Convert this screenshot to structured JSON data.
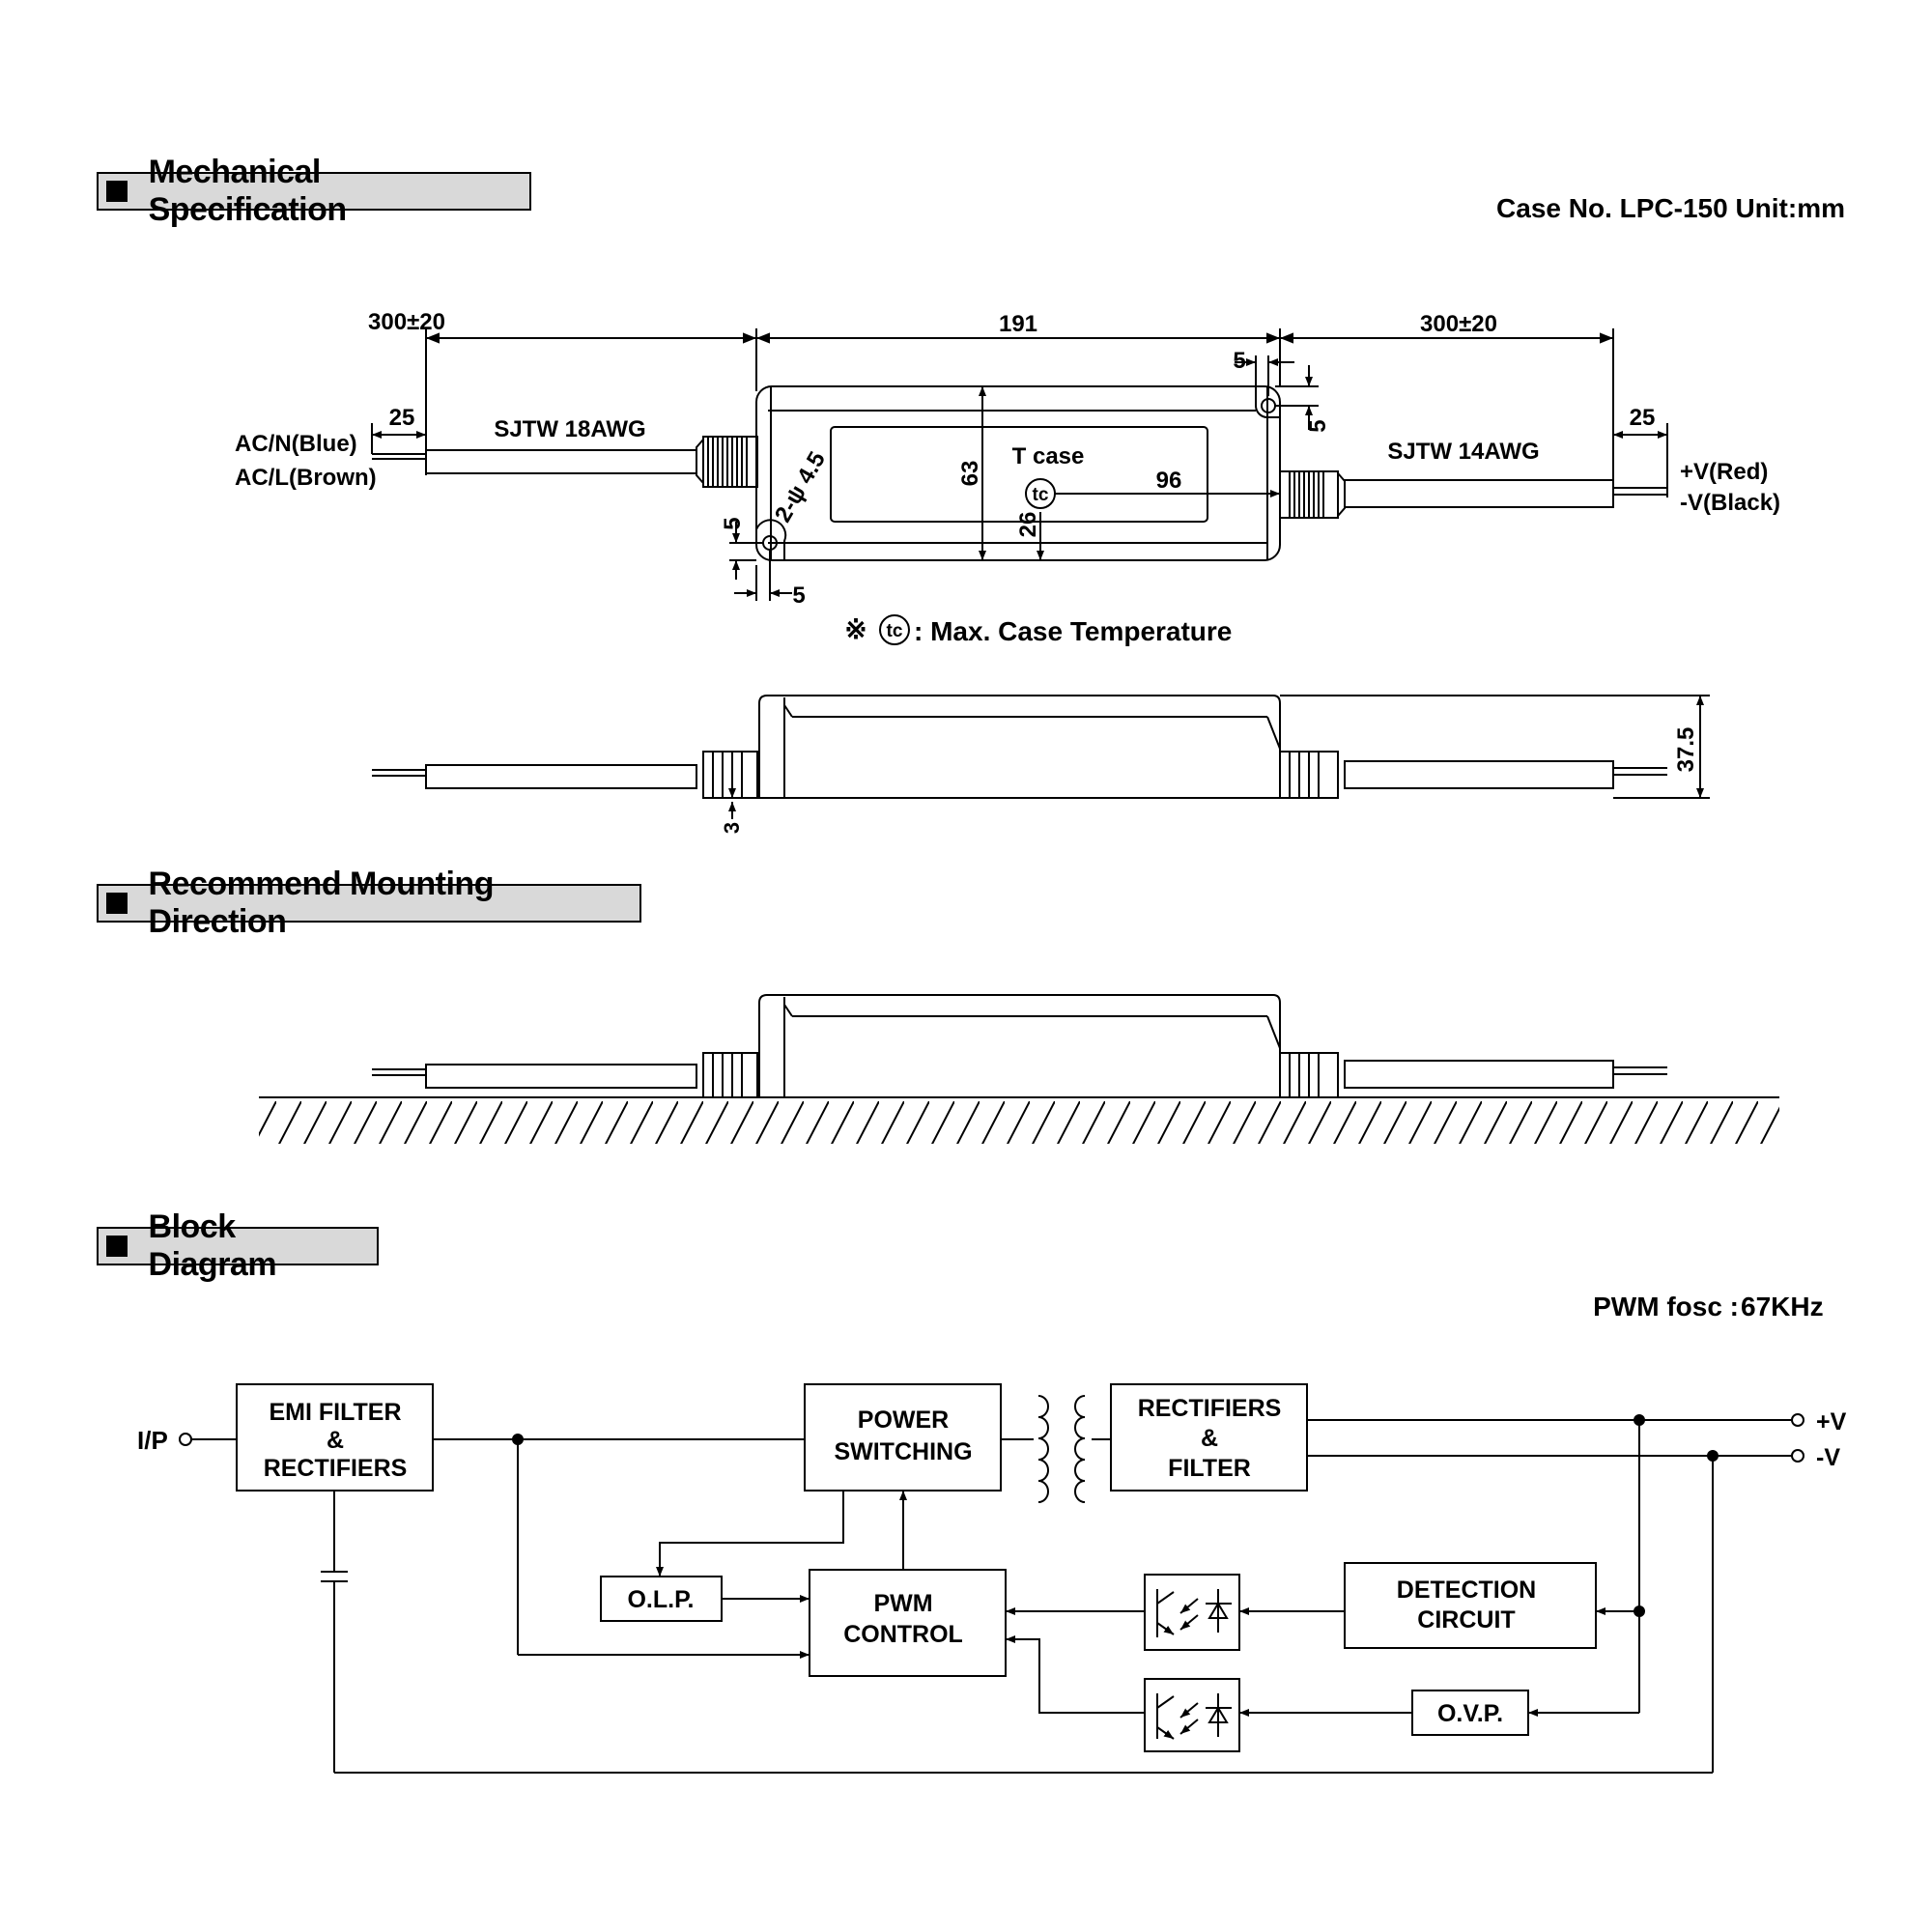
{
  "sections": {
    "mechanical": "Mechanical Specification",
    "mounting": "Recommend Mounting Direction",
    "block": "Block Diagram"
  },
  "case_info": "Case No. LPC-150    Unit:mm",
  "mechanical": {
    "dim_left_cable": "300±20",
    "dim_body": "191",
    "dim_right_cable": "300±20",
    "dim_strip_left": "25",
    "dim_strip_right": "25",
    "dim_hole_top_x": "5",
    "dim_hole_top_y": "5",
    "dim_hole_bottom_y": "5",
    "dim_hole_bottom_x": "5",
    "dim_height": "63",
    "dim_tc_x": "96",
    "dim_tc_y": "26",
    "hole_spec": "2-ψ 4.5",
    "tcase_label": "T case",
    "tc_symbol": "tc",
    "cable_left": "SJTW 18AWG",
    "cable_right": "SJTW 14AWG",
    "wire_acn": "AC/N(Blue)",
    "wire_acl": "AC/L(Brown)",
    "wire_pos": "+V(Red)",
    "wire_neg": "-V(Black)",
    "legend_mark": "※",
    "legend_text": ": Max. Case Temperature",
    "dim_depth": "37.5",
    "dim_flange": "3"
  },
  "block": {
    "pwm_label": "PWM  fosc :",
    "pwm_value": "67KHz",
    "input": "I/P",
    "emi": [
      "EMI FILTER",
      "&",
      "RECTIFIERS"
    ],
    "power": [
      "POWER",
      "SWITCHING"
    ],
    "rect": [
      "RECTIFIERS",
      "&",
      "FILTER"
    ],
    "olp": "O.L.P.",
    "pwm": [
      "PWM",
      "CONTROL"
    ],
    "detect": [
      "DETECTION",
      "CIRCUIT"
    ],
    "ovp": "O.V.P.",
    "out_pos": "+V",
    "out_neg": "-V"
  }
}
